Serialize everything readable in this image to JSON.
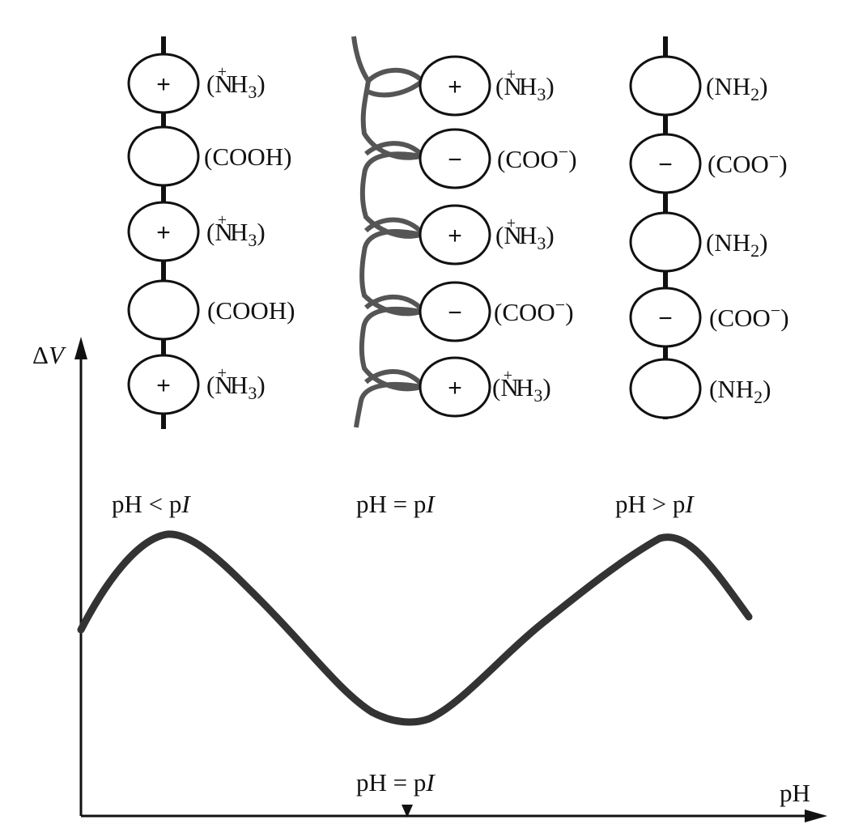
{
  "chain_acidic": {
    "beads": [
      {
        "sign": "+",
        "group": "NH3"
      },
      {
        "sign": "",
        "group": "COOH"
      },
      {
        "sign": "+",
        "group": "NH3"
      },
      {
        "sign": "",
        "group": "COOH"
      },
      {
        "sign": "+",
        "group": "NH3"
      }
    ]
  },
  "chain_isoelectric": {
    "beads": [
      {
        "sign": "+",
        "group": "NH3"
      },
      {
        "sign": "−",
        "group": "COO−"
      },
      {
        "sign": "+",
        "group": "NH3"
      },
      {
        "sign": "−",
        "group": "COO−"
      },
      {
        "sign": "+",
        "group": "NH3"
      }
    ]
  },
  "chain_basic": {
    "beads": [
      {
        "sign": "",
        "group": "NH2"
      },
      {
        "sign": "−",
        "group": "COO−"
      },
      {
        "sign": "",
        "group": "NH2"
      },
      {
        "sign": "−",
        "group": "COO−"
      },
      {
        "sign": "",
        "group": "NH2"
      }
    ]
  },
  "regions": {
    "left": {
      "text": "pH < p",
      "italic": "I"
    },
    "middle": {
      "text": "pH = p",
      "italic": "I"
    },
    "right": {
      "text": "pH > p",
      "italic": "I"
    }
  },
  "axes": {
    "y_label": "Δ",
    "y_label_italic": "V",
    "x_label": "pH",
    "marker": {
      "text": "pH = p",
      "italic": "I"
    }
  },
  "colors": {
    "ink": "#111111",
    "curve": "#333333",
    "helix": "#555555"
  }
}
